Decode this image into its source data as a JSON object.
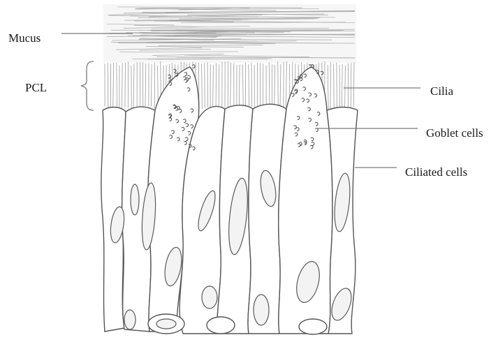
{
  "labels": {
    "mucus": "Mucus",
    "pcl": "PCL",
    "cilia": "Cilia",
    "goblet": "Goblet cells",
    "ciliated": "Ciliated cells"
  },
  "colors": {
    "ink": "#555555",
    "mucus": "#a6a6a6",
    "label": "#1a1a1a"
  }
}
